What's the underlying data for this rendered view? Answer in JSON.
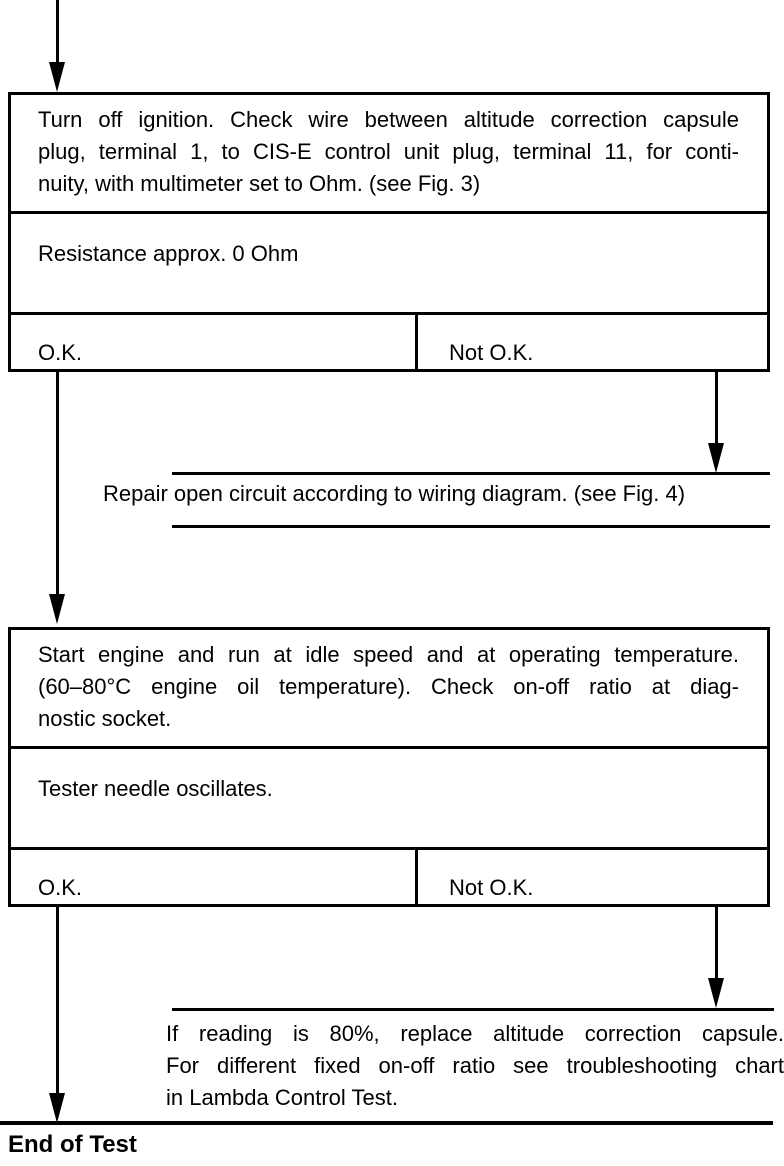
{
  "flowchart": {
    "step1": {
      "instruction_lines": [
        "Turn off ignition. Check wire between altitude correction capsule",
        "plug, terminal 1, to CIS-E control unit plug, terminal 11, for conti-",
        "nuity, with multimeter set to Ohm. (see Fig. 3)"
      ],
      "result": "Resistance approx. 0 Ohm",
      "ok_label": "O.K.",
      "not_ok_label": "Not O.K."
    },
    "repair_note": "Repair open circuit according to wiring diagram. (see Fig. 4)",
    "step2": {
      "instruction_lines": [
        "Start engine and run at idle speed and at operating temperature.",
        "(60–80°C engine oil temperature). Check on-off ratio at diag-",
        "nostic socket."
      ],
      "result": "Tester needle oscillates.",
      "ok_label": "O.K.",
      "not_ok_label": "Not O.K."
    },
    "replace_note_lines": [
      "If reading is 80%, replace altitude correction capsule.",
      "For different fixed on-off ratio see troubleshooting chart",
      "in Lambda Control Test."
    ],
    "end_label": "End of Test"
  },
  "colors": {
    "ink": "#000000",
    "paper": "#ffffff"
  }
}
